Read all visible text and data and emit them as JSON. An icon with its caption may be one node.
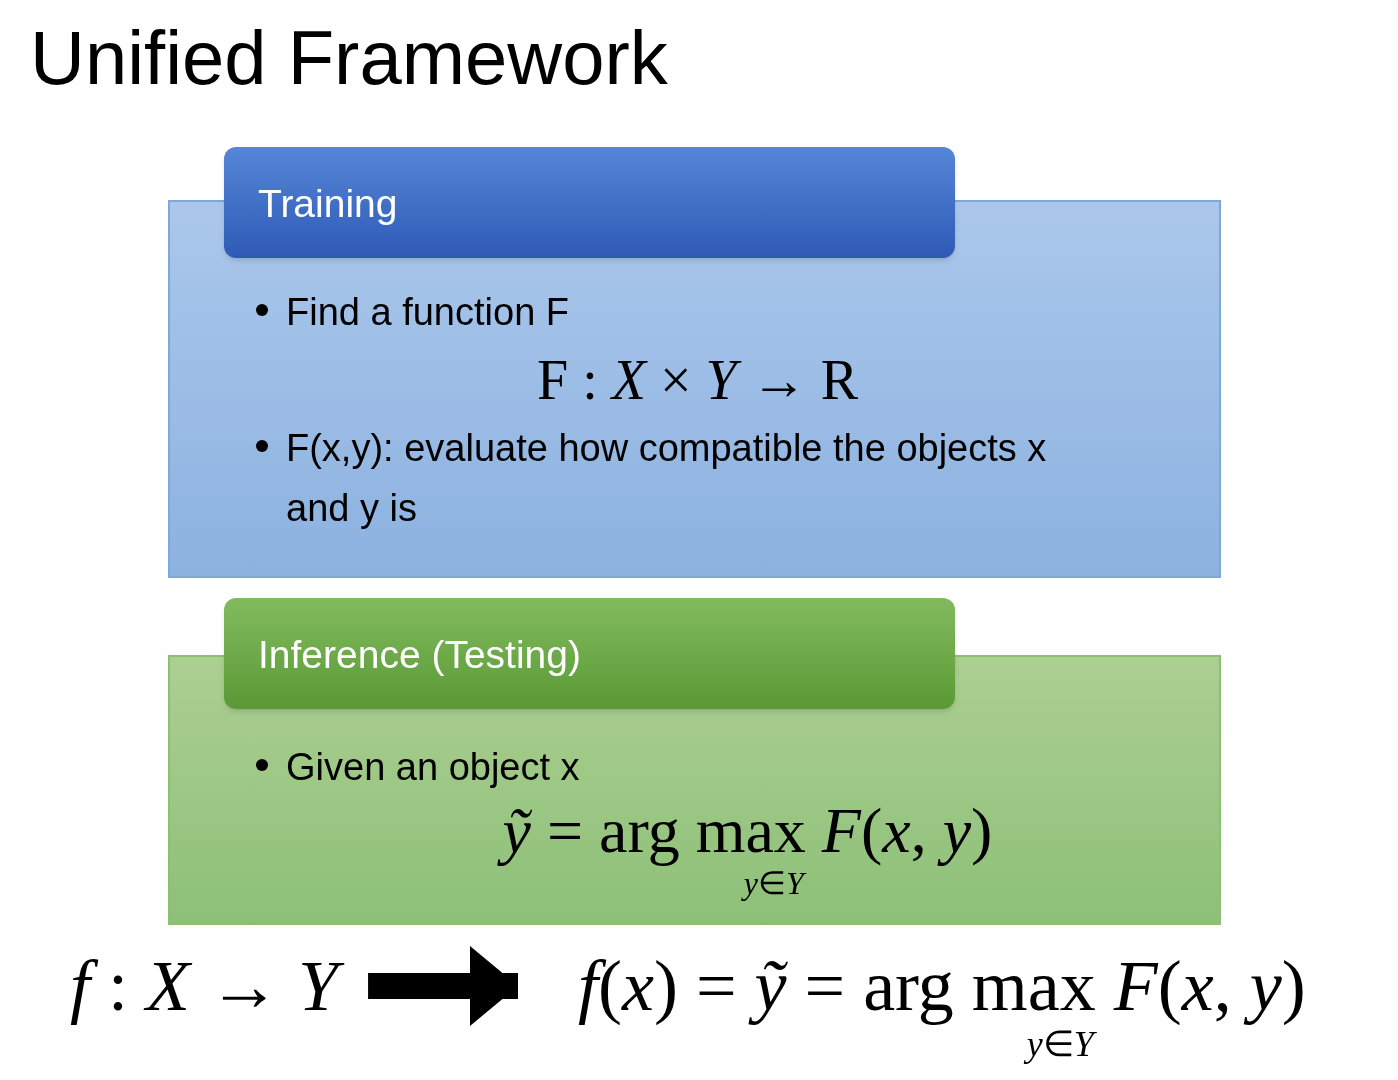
{
  "diagram": {
    "title": "Unified Framework",
    "nodes": [
      {
        "text": [
          "Training",
          "Find a function F",
          "F : *X* × *Y* → R",
          "F(x,y): evaluate how compatible the objects x and y is"
        ]
      },
      {
        "text": [
          "Inference (Testing)",
          "Given an object x",
          "*ỹ* = arg max",
          "*y*∈*Y*",
          "*F*(*x*, *y*)"
        ]
      },
      {
        "text": [
          "*f* : *X* → *Y*"
        ]
      },
      {
        "text": [
          "*f*(*x*) = *ỹ* = arg max",
          "*y*∈*Y*",
          "*F*(*x*, *y*)"
        ]
      }
    ],
    "edges": [
      {
        "from": 2,
        "to": 3,
        "arrow": "to"
      }
    ]
  }
}
